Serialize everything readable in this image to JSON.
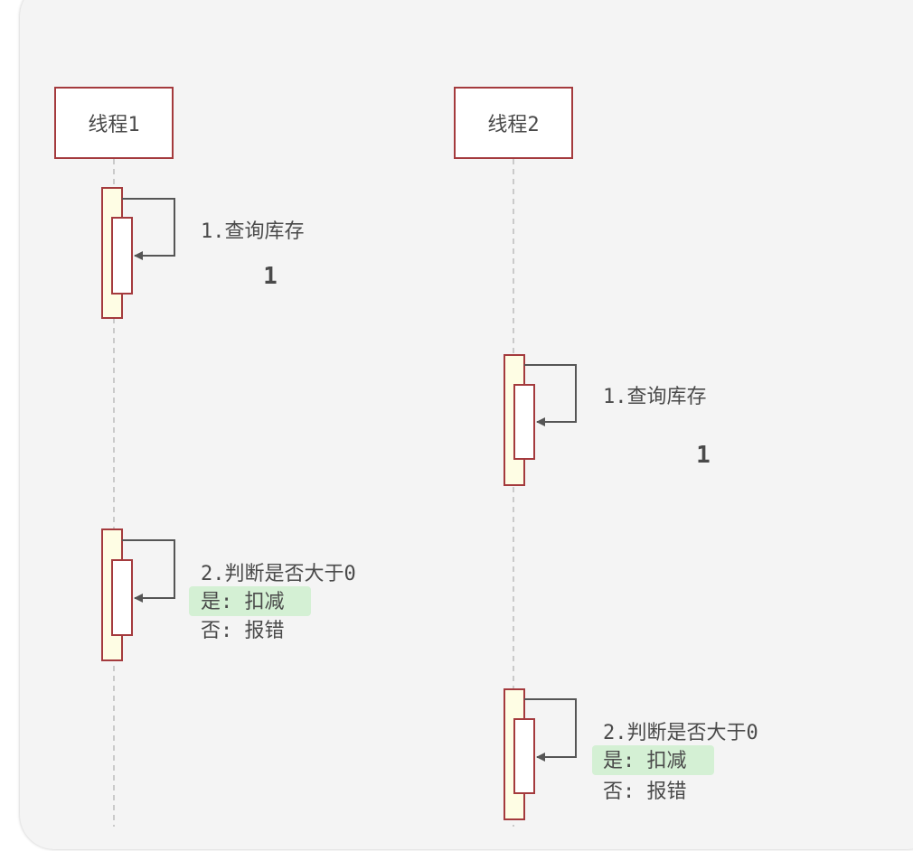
{
  "colors": {
    "background": "#f4f4f4",
    "participant_border": "#a43a3d",
    "activation_fill": "#fefde4",
    "arrow": "#555555",
    "text": "#4a4a4a",
    "highlight": "#d4f0d4"
  },
  "participants": [
    {
      "label": "线程1"
    },
    {
      "label": "线程2"
    }
  ],
  "messages": [
    {
      "participant": 0,
      "line1": "1.查询库存",
      "value": "1"
    },
    {
      "participant": 1,
      "line1": "1.查询库存",
      "value": "1"
    },
    {
      "participant": 0,
      "line1": "2.判断是否大于0",
      "line2": "是: 扣减",
      "line3": "否: 报错"
    },
    {
      "participant": 1,
      "line1": "2.判断是否大于0",
      "line2": "是: 扣减",
      "line3": "否: 报错"
    }
  ]
}
